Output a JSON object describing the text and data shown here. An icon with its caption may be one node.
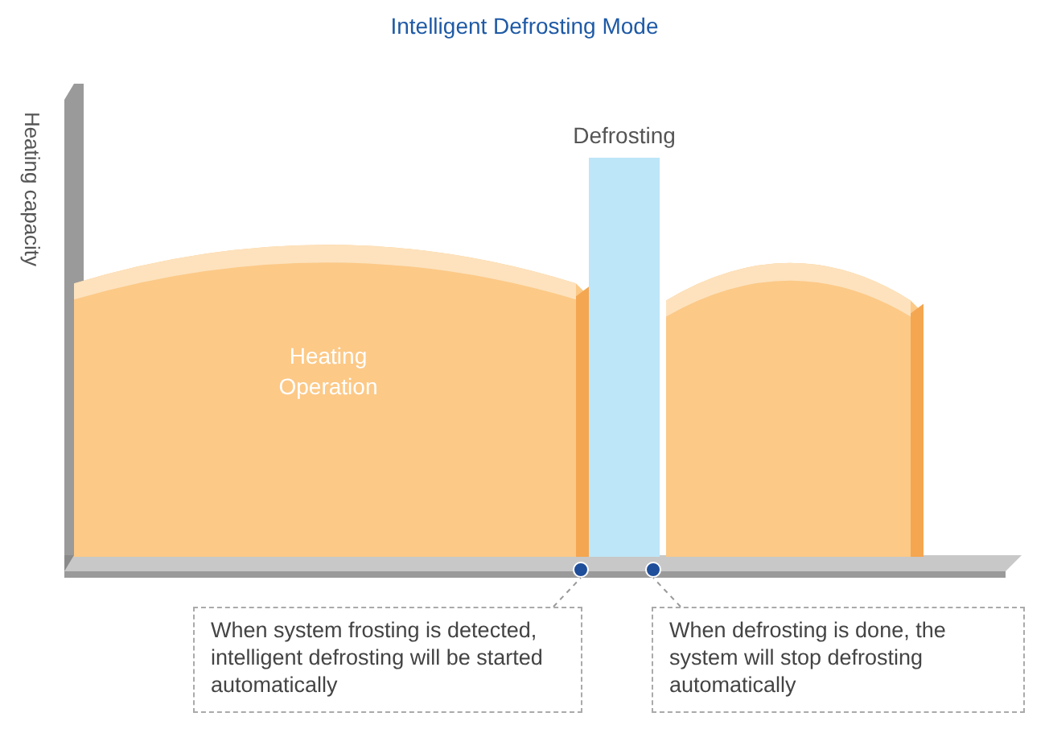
{
  "diagram": {
    "title": "Intelligent Defrosting Mode",
    "nodes": [
      {
        "text": [
          "Heating Operation"
        ]
      },
      {
        "text": [
          "Defrosting"
        ]
      },
      {
        "text": [],
        "shape": "box"
      },
      {
        "text": [
          "When system frosting is detected, intelligent defrosting will be started automatically"
        ]
      },
      {
        "text": [],
        "shape": "circle"
      },
      {
        "text": [
          "When defrosting is done, the system will stop defrosting automatically"
        ]
      },
      {
        "text": [],
        "shape": "circle"
      }
    ],
    "edges": [
      {
        "from": 3,
        "to": 4,
        "arrow": "none",
        "style": "dashed"
      },
      {
        "from": 5,
        "to": 6,
        "arrow": "none",
        "style": "dashed"
      }
    ],
    "labels": [
      "Heating capacity"
    ]
  }
}
